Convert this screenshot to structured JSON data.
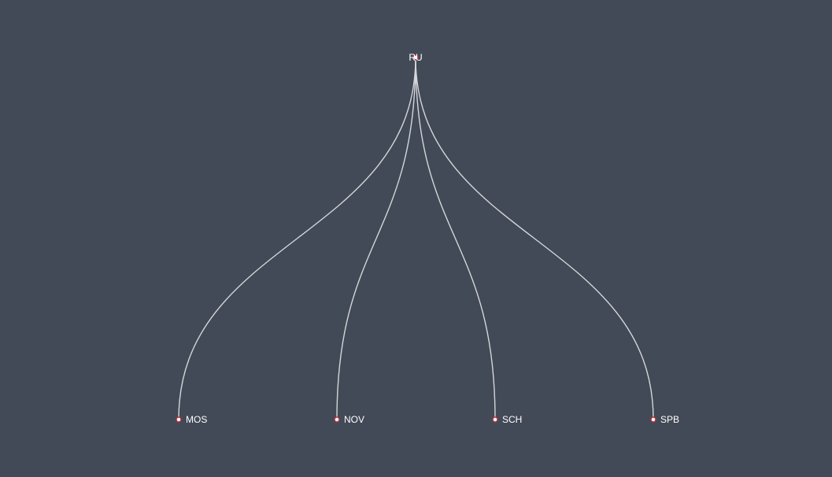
{
  "tree": {
    "root": {
      "label": "RU"
    },
    "children": [
      {
        "label": "MOS"
      },
      {
        "label": "NOV"
      },
      {
        "label": "SCH"
      },
      {
        "label": "SPB"
      }
    ]
  },
  "colors": {
    "background": "#424a57",
    "link": "#d4d6da",
    "node_fill": "#ffffff",
    "node_stroke": "#b3343a",
    "label": "#ffffff"
  }
}
